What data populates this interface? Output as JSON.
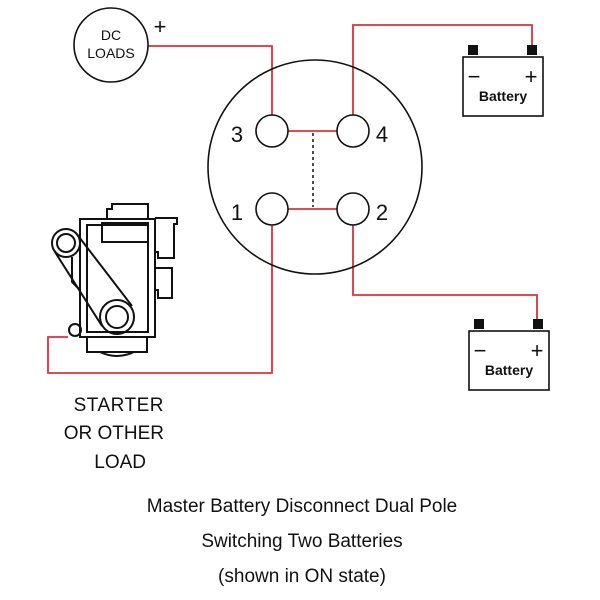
{
  "dc_loads": {
    "line1": "DC",
    "line2": "LOADS",
    "polarity": "+"
  },
  "switch": {
    "terminals": [
      {
        "number": "3"
      },
      {
        "number": "4"
      },
      {
        "number": "1"
      },
      {
        "number": "2"
      }
    ]
  },
  "battery_top": {
    "label": "Battery",
    "neg": "−",
    "pos": "+"
  },
  "battery_bottom": {
    "label": "Battery",
    "neg": "−",
    "pos": "+"
  },
  "starter": {
    "line1": "STARTER",
    "line2": "OR OTHER",
    "line3": "LOAD"
  },
  "caption": {
    "line1": "Master Battery Disconnect Dual Pole",
    "line2": "Switching Two Batteries",
    "line3": "(shown in ON state)"
  },
  "colors": {
    "wire": "#d9323c",
    "outline": "#111111"
  }
}
